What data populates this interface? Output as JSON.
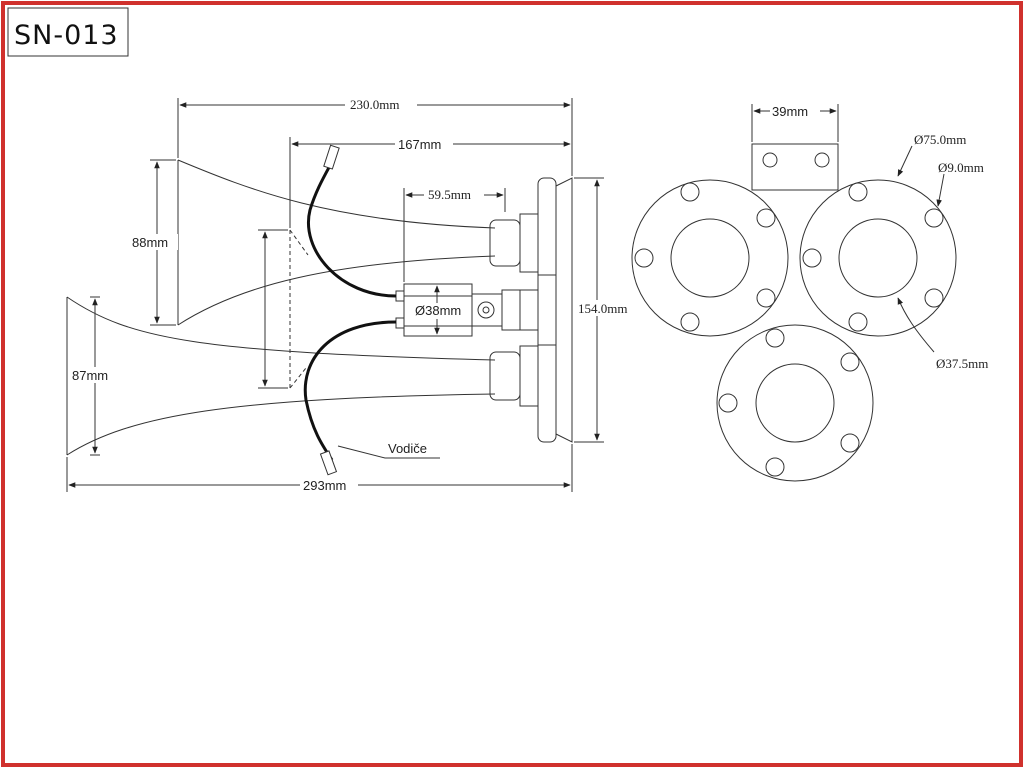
{
  "drawing": {
    "code": "SN-013",
    "border_color": "#d0312d",
    "side_view": {
      "overall_length_top": "230.0mm",
      "body_length": "167mm",
      "fitting_length": "59.5mm",
      "top_bell_height": "88mm",
      "bottom_bell_height": "87mm",
      "valve_diameter": "Ø38mm",
      "flange_height": "154.0mm",
      "overall_length_bottom": "293mm",
      "wires_label": "Vodiče"
    },
    "flange_view": {
      "bracket_width": "39mm",
      "flange_diameter": "Ø75.0mm",
      "hole_diameter": "Ø9.0mm",
      "bore_diameter": "Ø37.5mm"
    }
  }
}
